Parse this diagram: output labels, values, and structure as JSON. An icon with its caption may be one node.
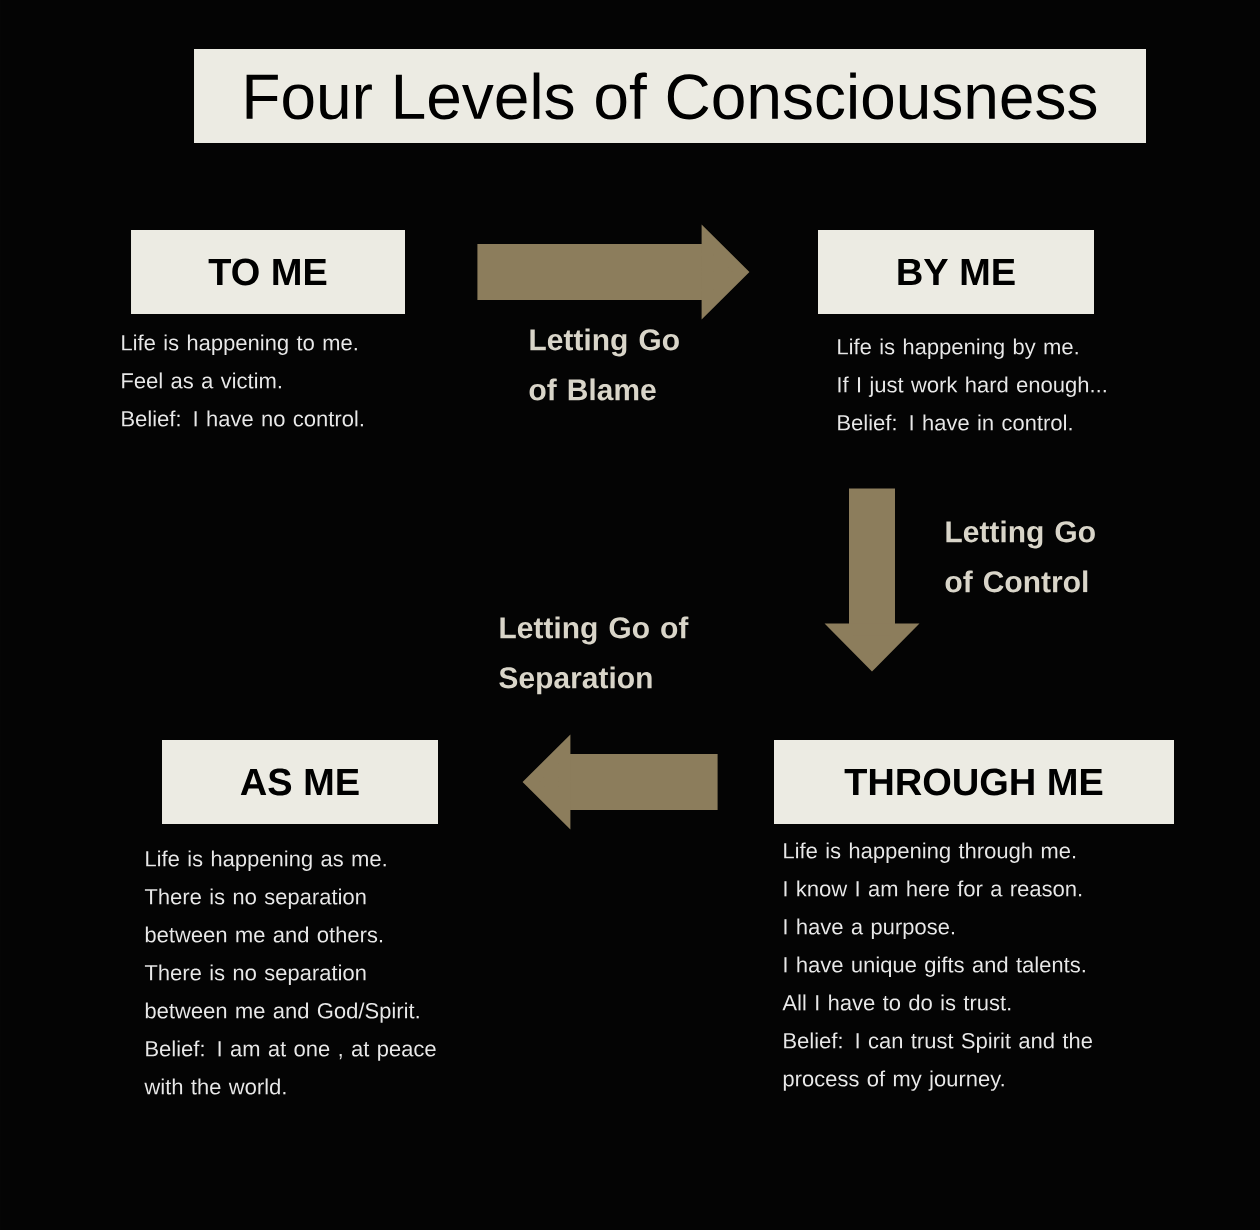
{
  "diagram": {
    "title": "Four Levels of Consciousness",
    "nodes": [
      {
        "text": [
          "TO ME"
        ],
        "beside": [
          "Life is happening to me.",
          "Feel as a victim.",
          "Belief: I have no control."
        ]
      },
      {
        "text": [
          "BY ME"
        ],
        "beside": [
          "Life is happening by me.",
          "If I just work hard enough...",
          "Belief: I have in control."
        ]
      },
      {
        "text": [
          "AS ME"
        ],
        "beside": [
          "Life is happening as me.",
          "There is no separation between me and others.",
          "There is no separation between me and God/Spirit.",
          "Belief: I am at one , at peace with the world."
        ]
      },
      {
        "text": [
          "THROUGH ME"
        ],
        "beside": [
          "Life is happening through me.",
          "I know I am here for a reason.",
          "I have a purpose.",
          "I have unique gifts and talents.",
          "All I have to do is trust.",
          "Belief: I can trust Spirit and the process of my journey."
        ]
      }
    ],
    "edges": [
      {
        "from": 0,
        "to": 1,
        "arrow": "to",
        "label": "Letting Go of Blame"
      },
      {
        "from": 1,
        "to": 3,
        "arrow": "to",
        "label": "Letting Go of Control"
      },
      {
        "from": 3,
        "to": 2,
        "arrow": "to",
        "label": "Letting Go of Separation"
      }
    ]
  }
}
